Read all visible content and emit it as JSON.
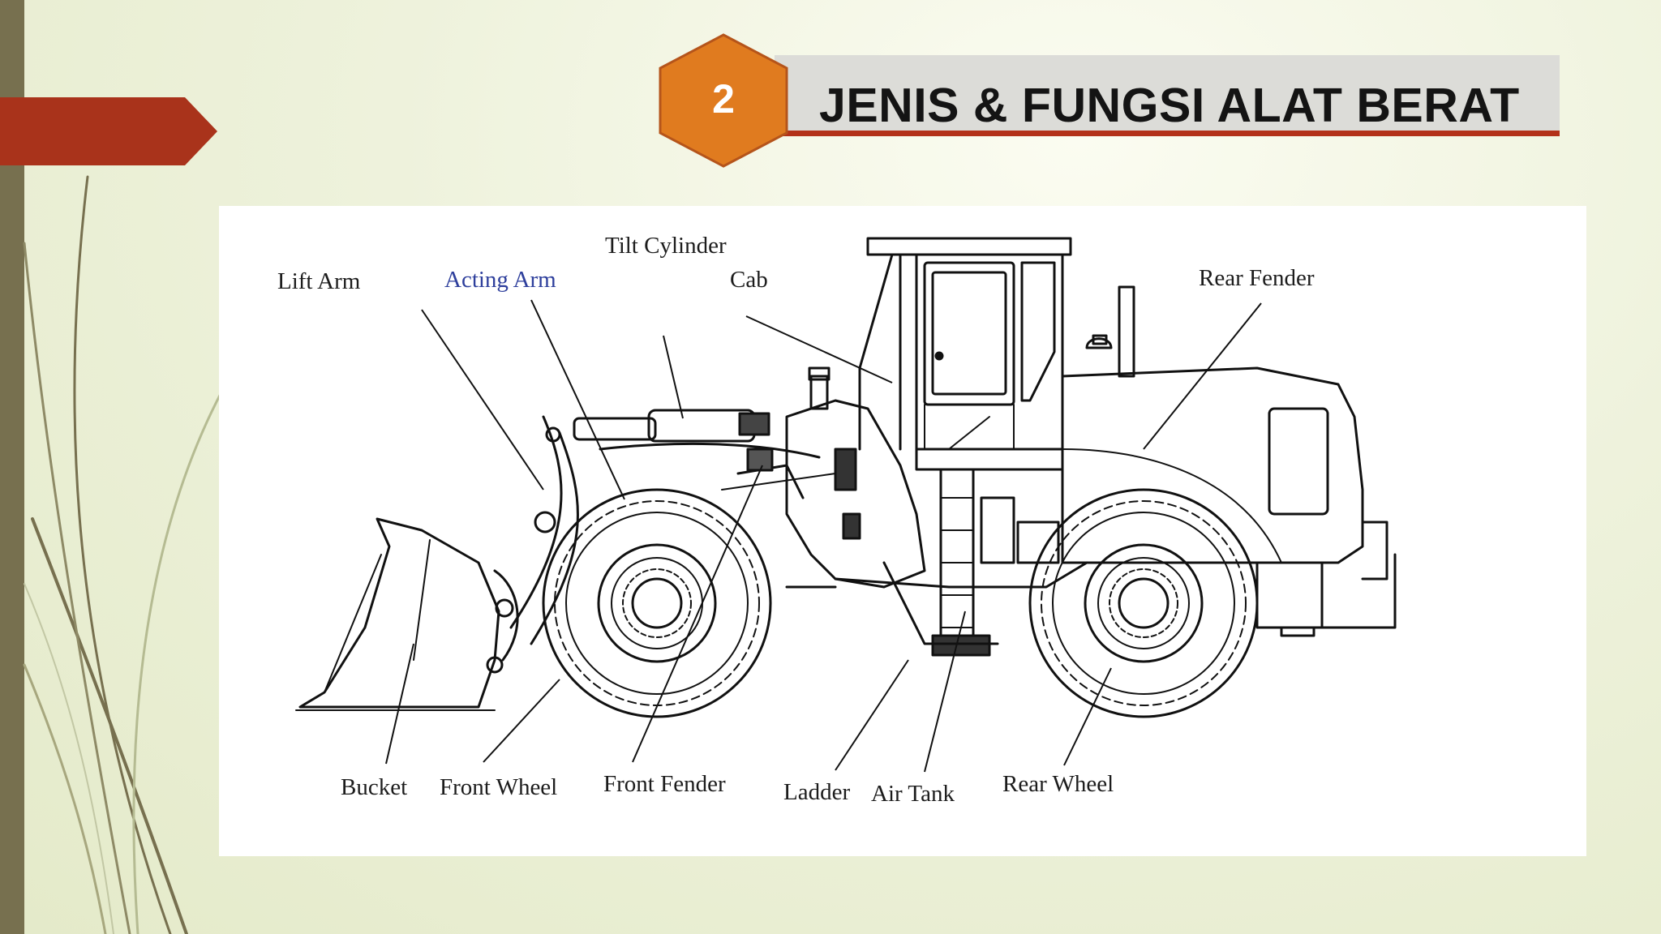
{
  "slide": {
    "number": "2",
    "title": "JENIS & FUNGSI ALAT BERAT"
  },
  "colors": {
    "accent_red": "#b33119",
    "hex_orange": "#e07b1f",
    "left_bar": "#77704f"
  },
  "diagram": {
    "labels": {
      "lift_arm": "Lift Arm",
      "acting_arm": "Acting Arm",
      "tilt_cylinder": "Tilt Cylinder",
      "cab": "Cab",
      "rear_fender": "Rear Fender",
      "bucket": "Bucket",
      "front_wheel": "Front Wheel",
      "front_fender": "Front Fender",
      "ladder": "Ladder",
      "air_tank": "Air Tank",
      "rear_wheel": "Rear Wheel"
    }
  }
}
